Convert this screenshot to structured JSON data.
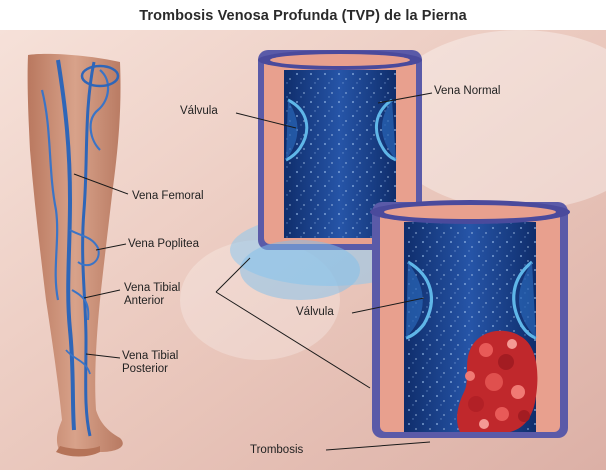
{
  "title": "Trombosis Venosa Profunda (TVP) de la Pierna",
  "labels": {
    "valvula_top": "Válvula",
    "vena_normal": "Vena Normal",
    "vena_femoral": "Vena Femoral",
    "vena_poplitea": "Vena Poplitea",
    "vena_tibial_anterior_1": "Vena Tibial",
    "vena_tibial_anterior_2": "Anterior",
    "valvula_bottom": "Válvula",
    "vena_tibial_posterior_1": "Vena Tibial",
    "vena_tibial_posterior_2": "Posterior",
    "trombosis": "Trombosis"
  },
  "colors": {
    "skin": "#c98f78",
    "vein_wall_outer": "#5a5aa8",
    "vein_wall_inner": "#e8a08e",
    "lumen": "#1a3f8a",
    "valve": "#5fb6e8",
    "clot": "#c0282c",
    "leg_vein": "#2f66b8"
  },
  "icons": {
    "leg": "leg-illustration",
    "normal_vein": "normal-vein-cross-section",
    "thrombosis_vein": "thrombosed-vein-cross-section",
    "clot": "blood-clot"
  }
}
